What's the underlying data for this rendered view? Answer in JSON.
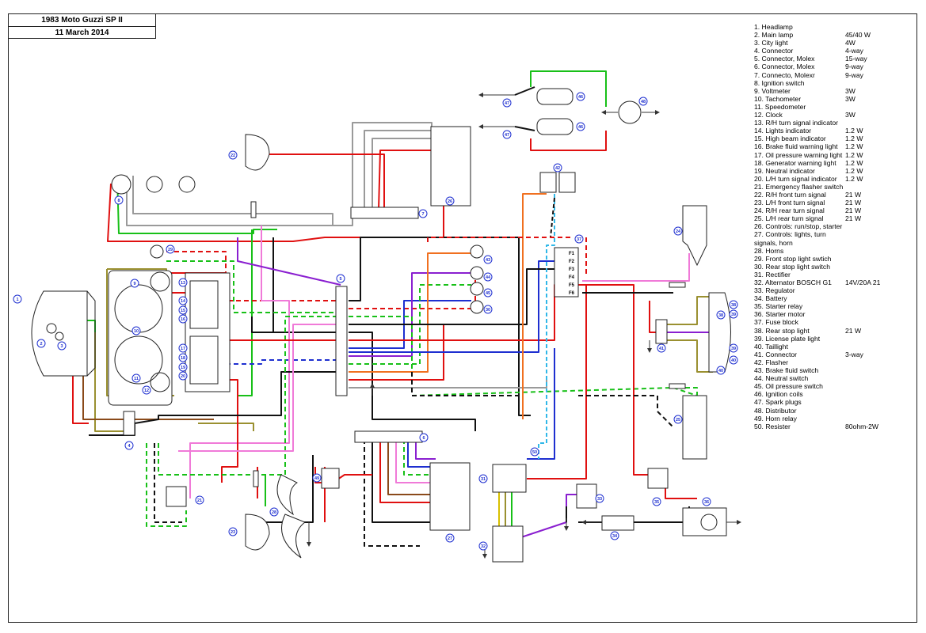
{
  "title_block": {
    "title": "1983 Moto Guzzi SP II",
    "date": "11 March 2014"
  },
  "legend": [
    {
      "label": "1. Headlamp",
      "value": ""
    },
    {
      "label": "2. Main lamp",
      "value": "45/40 W"
    },
    {
      "label": "3. City light",
      "value": "4W"
    },
    {
      "label": "4. Connector",
      "value": "4-way"
    },
    {
      "label": "5. Connector, Molex",
      "value": "15-way"
    },
    {
      "label": "6. Connector, Molex",
      "value": "9-way"
    },
    {
      "label": "7. Connecto, Molexr",
      "value": "9-way"
    },
    {
      "label": "8. Ignition switch",
      "value": ""
    },
    {
      "label": "9. Voltmeter",
      "value": " 3W"
    },
    {
      "label": "10. Tachometer",
      "value": " 3W"
    },
    {
      "label": "11. Speedometer",
      "value": ""
    },
    {
      "label": "12. Clock",
      "value": " 3W"
    },
    {
      "label": "13. R/H turn signal indicator",
      "value": ""
    },
    {
      "label": "14. Lights indicator",
      "value": "1.2 W"
    },
    {
      "label": "15. High beam indicator",
      "value": "1.2 W"
    },
    {
      "label": "16. Brake fluid warning light",
      "value": "1.2 W"
    },
    {
      "label": "17. Oil pressure warning light",
      "value": "1.2 W"
    },
    {
      "label": "18. Generator warning light",
      "value": "1.2 W"
    },
    {
      "label": "19. Neutral indicator",
      "value": "1.2 W"
    },
    {
      "label": "20. L/H turn signal indicator",
      "value": "1.2 W"
    },
    {
      "label": "21. Emergency flasher switch",
      "value": ""
    },
    {
      "label": "22. R/H front turn signal",
      "value": "21 W"
    },
    {
      "label": "23. L/H front turn signal",
      "value": "21 W"
    },
    {
      "label": "24. R/H rear turn signal",
      "value": "21 W"
    },
    {
      "label": "25. L/H rear turn signal",
      "value": "21 W"
    },
    {
      "label": "26. Controls: run/stop, starter",
      "value": ""
    },
    {
      "label": "27. Controls: lights, turn",
      "value": ""
    },
    {
      "label": "    signals, horn",
      "value": ""
    },
    {
      "label": "28. Horns",
      "value": ""
    },
    {
      "label": "29. Front stop light swtich",
      "value": ""
    },
    {
      "label": "30. Rear stop light switch",
      "value": ""
    },
    {
      "label": "31. Rectifier",
      "value": ""
    },
    {
      "label": "32. Alternator BOSCH G1",
      "value": "14V/20A 21"
    },
    {
      "label": "33. Regulator",
      "value": ""
    },
    {
      "label": "34. Battery",
      "value": ""
    },
    {
      "label": "35. Starter relay",
      "value": ""
    },
    {
      "label": "36. Starter motor",
      "value": ""
    },
    {
      "label": "37. Fuse block",
      "value": ""
    },
    {
      "label": "38. Rear stop light",
      "value": "21 W"
    },
    {
      "label": "39. License plate light",
      "value": ""
    },
    {
      "label": "40. Taillight",
      "value": ""
    },
    {
      "label": "41. Connector",
      "value": "3-way"
    },
    {
      "label": "42. Flasher",
      "value": ""
    },
    {
      "label": "43. Brake fluid switch",
      "value": ""
    },
    {
      "label": "44. Neutral switch",
      "value": ""
    },
    {
      "label": "45. Oil pressure switch",
      "value": ""
    },
    {
      "label": "46. Ignition coils",
      "value": ""
    },
    {
      "label": "47. Spark plugs",
      "value": ""
    },
    {
      "label": "48. Distributor",
      "value": ""
    },
    {
      "label": "49. Horn relay",
      "value": ""
    },
    {
      "label": "50. Resister",
      "value": "80ohm-2W"
    }
  ],
  "fuse_labels": [
    "F1",
    "F2",
    "F3",
    "F4",
    "F5",
    "F6"
  ],
  "component_numbers": [
    "1",
    "2",
    "3",
    "4",
    "5",
    "6",
    "7",
    "8",
    "9",
    "10",
    "11",
    "12",
    "13",
    "14",
    "15",
    "16",
    "17",
    "18",
    "19",
    "20",
    "21",
    "22",
    "23",
    "24",
    "25",
    "26",
    "27",
    "28",
    "29",
    "30",
    "31",
    "32",
    "33",
    "34",
    "35",
    "36",
    "37",
    "38",
    "39",
    "40",
    "41",
    "42",
    "43",
    "44",
    "45",
    "46",
    "47",
    "48",
    "49",
    "50"
  ],
  "wire_colors": {
    "red": "#e01010",
    "green": "#18c018",
    "black": "#111111",
    "grey": "#9a9a9a",
    "brown": "#8a4a1a",
    "blue": "#1e2fd0",
    "violet": "#8a1fd0",
    "pink": "#f07ad8",
    "orange": "#f07020",
    "yellow": "#d8c000",
    "olive": "#9a9030",
    "cyan": "#30b8e8"
  }
}
